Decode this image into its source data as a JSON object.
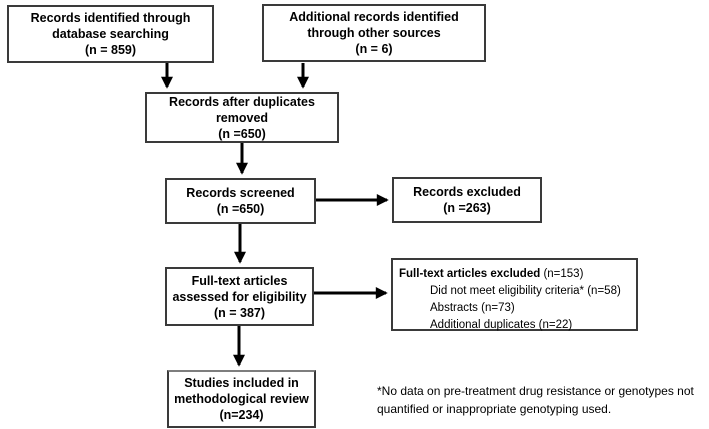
{
  "diagram": {
    "type": "prisma-flowchart",
    "colors": {
      "background": "#ffffff",
      "box_border": "#3a3a3a",
      "arrow": "#000000",
      "text": "#000000"
    }
  },
  "boxes": {
    "db_search": {
      "lines": [
        "Records identified through",
        "database searching",
        "(n = 859)"
      ]
    },
    "other_sources": {
      "lines": [
        "Additional records identified",
        "through other sources",
        "(n = 6)"
      ]
    },
    "duplicates_removed": {
      "lines": [
        "Records after duplicates",
        "removed",
        "(n =650)"
      ]
    },
    "screened": {
      "lines": [
        "Records screened",
        "(n =650)"
      ]
    },
    "records_excluded": {
      "lines": [
        "Records excluded",
        "(n =263)"
      ]
    },
    "fulltext_assessed": {
      "lines": [
        "Full-text articles",
        "assessed for eligibility",
        "(n = 387)"
      ]
    },
    "fulltext_excluded": {
      "heading_bold": "Full-text articles excluded",
      "heading_rest": " (n=153)",
      "items": [
        "Did not meet eligibility criteria* (n=58)",
        "Abstracts (n=73)",
        "Additional duplicates (n=22)"
      ]
    },
    "included": {
      "lines": [
        "Studies included in",
        "methodological review",
        "(n=234)"
      ]
    }
  },
  "footnote": {
    "line1": "*No data on pre-treatment drug resistance or genotypes not",
    "line2": "quantified or inappropriate genotyping used."
  }
}
